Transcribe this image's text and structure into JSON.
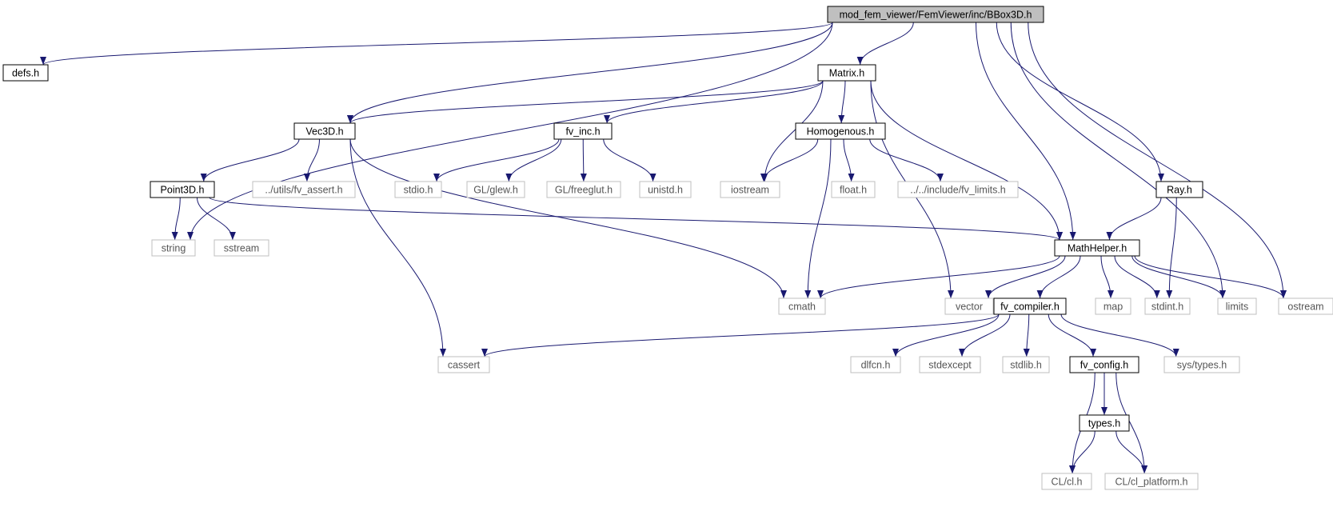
{
  "diagram": {
    "type": "include-dependency-graph",
    "colors": {
      "edge": "#191970",
      "root_fill": "#bfbfbf",
      "local_border": "#000000",
      "system_border": "#bfbfbf"
    },
    "nodes": [
      {
        "id": "root",
        "label": "mod_fem_viewer/FemViewer/inc/BBox3D.h",
        "kind": "root"
      },
      {
        "id": "defs",
        "label": "defs.h",
        "kind": "local"
      },
      {
        "id": "matrix",
        "label": "Matrix.h",
        "kind": "local"
      },
      {
        "id": "vec3d",
        "label": "Vec3D.h",
        "kind": "local"
      },
      {
        "id": "fvinc",
        "label": "fv_inc.h",
        "kind": "local"
      },
      {
        "id": "homog",
        "label": "Homogenous.h",
        "kind": "local"
      },
      {
        "id": "point3d",
        "label": "Point3D.h",
        "kind": "local"
      },
      {
        "id": "fvassert",
        "label": "../utils/fv_assert.h",
        "kind": "system"
      },
      {
        "id": "stdio",
        "label": "stdio.h",
        "kind": "system"
      },
      {
        "id": "glew",
        "label": "GL/glew.h",
        "kind": "system"
      },
      {
        "id": "freeglut",
        "label": "GL/freeglut.h",
        "kind": "system"
      },
      {
        "id": "unistd",
        "label": "unistd.h",
        "kind": "system"
      },
      {
        "id": "iostream",
        "label": "iostream",
        "kind": "system"
      },
      {
        "id": "float",
        "label": "float.h",
        "kind": "system"
      },
      {
        "id": "fvlimits",
        "label": "../../include/fv_limits.h",
        "kind": "system"
      },
      {
        "id": "ray",
        "label": "Ray.h",
        "kind": "local"
      },
      {
        "id": "string",
        "label": "string",
        "kind": "system"
      },
      {
        "id": "sstream",
        "label": "sstream",
        "kind": "system"
      },
      {
        "id": "mathhelper",
        "label": "MathHelper.h",
        "kind": "local"
      },
      {
        "id": "cmath",
        "label": "cmath",
        "kind": "system"
      },
      {
        "id": "vector",
        "label": "vector",
        "kind": "system"
      },
      {
        "id": "fvcompiler",
        "label": "fv_compiler.h",
        "kind": "local"
      },
      {
        "id": "map",
        "label": "map",
        "kind": "system"
      },
      {
        "id": "stdint",
        "label": "stdint.h",
        "kind": "system"
      },
      {
        "id": "limits",
        "label": "limits",
        "kind": "system"
      },
      {
        "id": "ostream",
        "label": "ostream",
        "kind": "system"
      },
      {
        "id": "cassert",
        "label": "cassert",
        "kind": "system"
      },
      {
        "id": "dlfcn",
        "label": "dlfcn.h",
        "kind": "system"
      },
      {
        "id": "stdexcept",
        "label": "stdexcept",
        "kind": "system"
      },
      {
        "id": "stdlib",
        "label": "stdlib.h",
        "kind": "system"
      },
      {
        "id": "fvconfig",
        "label": "fv_config.h",
        "kind": "local"
      },
      {
        "id": "systypes",
        "label": "sys/types.h",
        "kind": "system"
      },
      {
        "id": "types",
        "label": "types.h",
        "kind": "local"
      },
      {
        "id": "clcl",
        "label": "CL/cl.h",
        "kind": "system"
      },
      {
        "id": "clplatform",
        "label": "CL/cl_platform.h",
        "kind": "system"
      }
    ],
    "edges": [
      {
        "from": "root",
        "to": "defs"
      },
      {
        "from": "root",
        "to": "string"
      },
      {
        "from": "root",
        "to": "vec3d"
      },
      {
        "from": "root",
        "to": "matrix"
      },
      {
        "from": "root",
        "to": "mathhelper"
      },
      {
        "from": "root",
        "to": "ray"
      },
      {
        "from": "root",
        "to": "limits"
      },
      {
        "from": "root",
        "to": "ostream"
      },
      {
        "from": "matrix",
        "to": "vec3d"
      },
      {
        "from": "matrix",
        "to": "fvinc"
      },
      {
        "from": "matrix",
        "to": "homog"
      },
      {
        "from": "matrix",
        "to": "iostream"
      },
      {
        "from": "matrix",
        "to": "vector"
      },
      {
        "from": "matrix",
        "to": "mathhelper"
      },
      {
        "from": "vec3d",
        "to": "point3d"
      },
      {
        "from": "vec3d",
        "to": "fvassert"
      },
      {
        "from": "vec3d",
        "to": "cmath"
      },
      {
        "from": "vec3d",
        "to": "cassert"
      },
      {
        "from": "fvinc",
        "to": "stdio"
      },
      {
        "from": "fvinc",
        "to": "glew"
      },
      {
        "from": "fvinc",
        "to": "freeglut"
      },
      {
        "from": "fvinc",
        "to": "unistd"
      },
      {
        "from": "homog",
        "to": "iostream"
      },
      {
        "from": "homog",
        "to": "float"
      },
      {
        "from": "homog",
        "to": "fvlimits"
      },
      {
        "from": "homog",
        "to": "cmath"
      },
      {
        "from": "point3d",
        "to": "string"
      },
      {
        "from": "point3d",
        "to": "sstream"
      },
      {
        "from": "point3d",
        "to": "mathhelper"
      },
      {
        "from": "ray",
        "to": "mathhelper"
      },
      {
        "from": "ray",
        "to": "stdint"
      },
      {
        "from": "mathhelper",
        "to": "cmath"
      },
      {
        "from": "mathhelper",
        "to": "vector"
      },
      {
        "from": "mathhelper",
        "to": "fvcompiler"
      },
      {
        "from": "mathhelper",
        "to": "map"
      },
      {
        "from": "mathhelper",
        "to": "stdint"
      },
      {
        "from": "mathhelper",
        "to": "limits"
      },
      {
        "from": "mathhelper",
        "to": "ostream"
      },
      {
        "from": "fvcompiler",
        "to": "cassert"
      },
      {
        "from": "fvcompiler",
        "to": "dlfcn"
      },
      {
        "from": "fvcompiler",
        "to": "stdexcept"
      },
      {
        "from": "fvcompiler",
        "to": "stdlib"
      },
      {
        "from": "fvcompiler",
        "to": "fvconfig"
      },
      {
        "from": "fvcompiler",
        "to": "systypes"
      },
      {
        "from": "fvconfig",
        "to": "types"
      },
      {
        "from": "fvconfig",
        "to": "clcl"
      },
      {
        "from": "fvconfig",
        "to": "clplatform"
      },
      {
        "from": "types",
        "to": "clcl"
      },
      {
        "from": "types",
        "to": "clplatform"
      }
    ]
  }
}
